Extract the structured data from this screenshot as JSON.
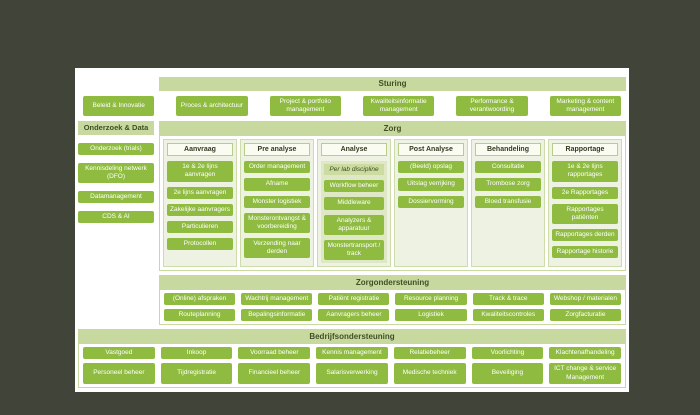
{
  "colors": {
    "background": "#414539",
    "panel": "#ffffff",
    "section_bar": "#c8d9a0",
    "button_green": "#8fbb41",
    "column_bg": "#eef2e2",
    "inner_panel_bg": "#dee8c5",
    "subheader_bg": "#ccdca0"
  },
  "sturing": {
    "title": "Sturing",
    "items": [
      "Beleid & Innovatie",
      "Proces & architectuur",
      "Project & portfolio management",
      "Kwaliteitsinformatie management",
      "Performance & verantwoording",
      "Marketing & content management"
    ]
  },
  "onderzoek": {
    "title": "Onderzoek & Data",
    "items": [
      "Onderzoek (trials)",
      "Kennisdeling netwerk (DFO)",
      "Datamanagement",
      "CDS & AI"
    ]
  },
  "zorg": {
    "title": "Zorg",
    "columns": [
      {
        "header": "Aanvraag",
        "items": [
          "1e & 2e lijns aanvragen",
          "2e lijns aanvragen",
          "Zakelijke aanvragers",
          "Particulieren",
          "Protocollen"
        ]
      },
      {
        "header": "Pre analyse",
        "items": [
          "Order management",
          "Afname",
          "Monster logistiek",
          "Monsterontvangst & voorbereiding",
          "Verzending naar derden"
        ]
      },
      {
        "header": "Analyse",
        "subheader": "Per lab discipline",
        "items": [
          "Workflow beheer",
          "Middleware",
          "Analyzers & apparatuur",
          "Monstertransport / track"
        ]
      },
      {
        "header": "Post Analyse",
        "items": [
          "(Beeld) opslag",
          "Uitslag verrijking",
          "Dossiervorming"
        ]
      },
      {
        "header": "Behandeling",
        "items": [
          "Consultatie",
          "Trombose zorg",
          "Bloed transfusie"
        ]
      },
      {
        "header": "Rapportage",
        "items": [
          "1e & 2e lijns rapportages",
          "2e Rapportages",
          "Rapportages patiënten",
          "Rapportages derden",
          "Rapportage historie"
        ]
      }
    ]
  },
  "zorgondersteuning": {
    "title": "Zorgondersteuning",
    "row1": [
      "(Online) afspraken",
      "Wachtrij management",
      "Patiënt registratie",
      "Resource planning",
      "Track & trace",
      "Webshop / materialen"
    ],
    "row2": [
      "Routeplanning",
      "Bepalingsinformatie",
      "Aanvragers beheer",
      "Logistiek",
      "Kwaliteitscontroles",
      "Zorgfacturatie"
    ]
  },
  "bedrijfsondersteuning": {
    "title": "Bedrijfsondersteuning",
    "row1": [
      "Vastgoed",
      "Inkoop",
      "Voorraad beheer",
      "Kennis management",
      "Relatiebeheer",
      "Voorlichting",
      "Klachtenafhandeling"
    ],
    "row2": [
      "Personeel beheer",
      "Tijdregistratie",
      "Financieel beheer",
      "Salarisverwerking",
      "Medische techniek",
      "Beveiliging",
      "ICT change & service Management"
    ]
  }
}
